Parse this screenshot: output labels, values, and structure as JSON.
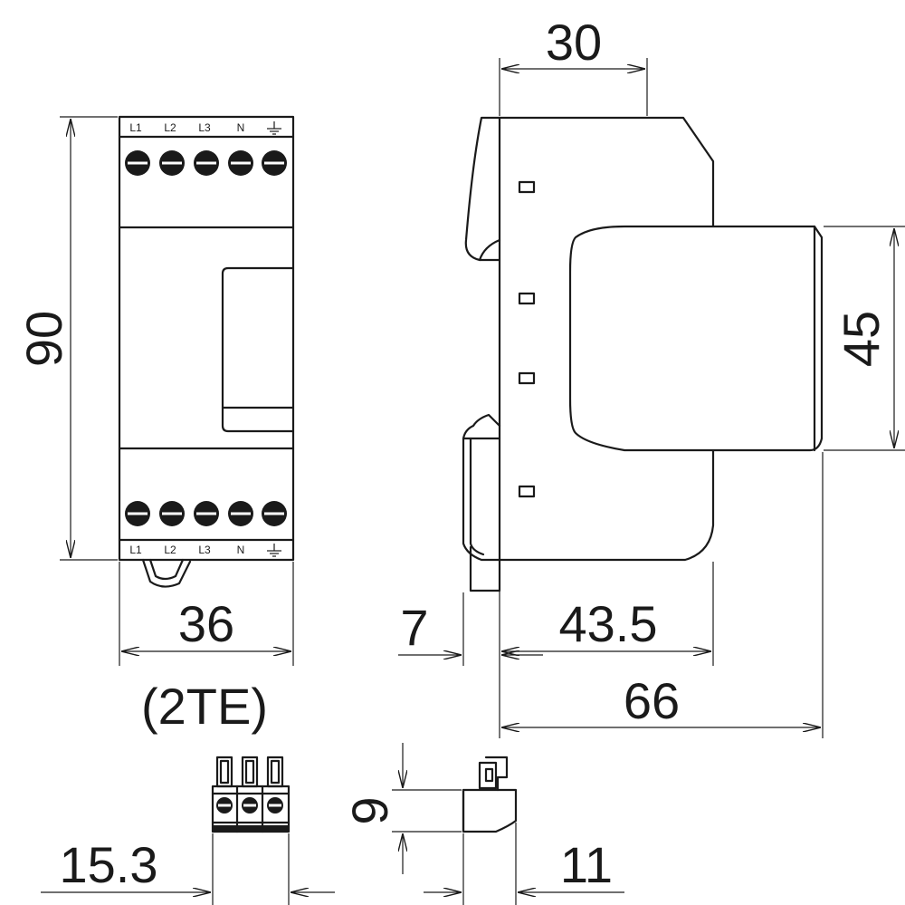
{
  "front_view": {
    "terminal_labels_top": [
      "L1",
      "L2",
      "L3",
      "N"
    ],
    "terminal_labels_bottom": [
      "L1",
      "L2",
      "L3",
      "N"
    ],
    "ground_symbol": "earth-ground-icon"
  },
  "dimensions": {
    "height": "90",
    "width": "36",
    "width_units": "(2TE)",
    "top_depth": "30",
    "front_height": "45",
    "rail_offset": "7",
    "front_depth": "43.5",
    "total_depth": "66",
    "plug_width": "15.3",
    "plug_height": "9",
    "plug_depth": "11"
  }
}
